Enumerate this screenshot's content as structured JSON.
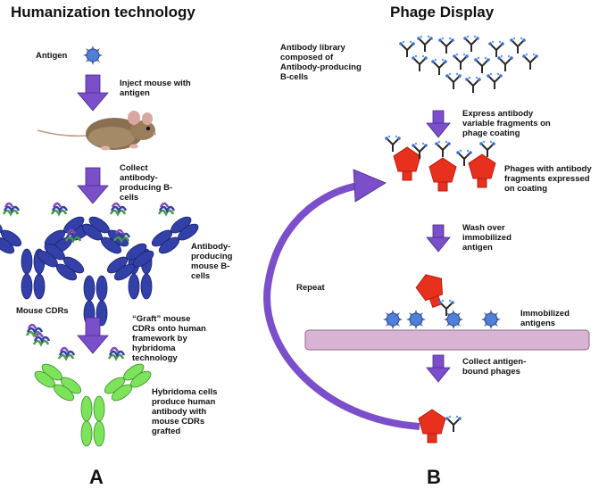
{
  "panel_a": {
    "title": "Humanization technology",
    "antigen_label": "Antigen",
    "step_inject": "Inject mouse with antigen",
    "step_collect": "Collect antibody-producing B-cells",
    "mouse_bcells_label": "Antibody-producing mouse B-cells",
    "mouse_cdrs_label": "Mouse CDRs",
    "step_graft": "“Graft” mouse CDRs onto human framework by hybridoma technology",
    "hybridoma_label": "Hybridoma cells produce human antibody with mouse CDRs grafted",
    "letter": "A"
  },
  "panel_b": {
    "title": "Phage Display",
    "library_label": "Antibody library composed of Antibody-producing B-cells",
    "step_express": "Express antibody variable fragments on phage coating",
    "phages_label": "Phages with antibody fragments expressed on coating",
    "step_wash": "Wash over immobilized antigen",
    "repeat_label": "Repeat",
    "immobilized_label": "Immobilized antigens",
    "step_collect": "Collect antigen-bound phages",
    "letter": "B"
  },
  "colors": {
    "arrow": "#7a4fc9",
    "antigen": "#4f7fd6",
    "mouse_antibody": "#3340a8",
    "human_antibody": "#7de35a",
    "phage": "#e8301e",
    "surface": "#d9b3d3",
    "small_antibody": "#2a2a2a"
  }
}
